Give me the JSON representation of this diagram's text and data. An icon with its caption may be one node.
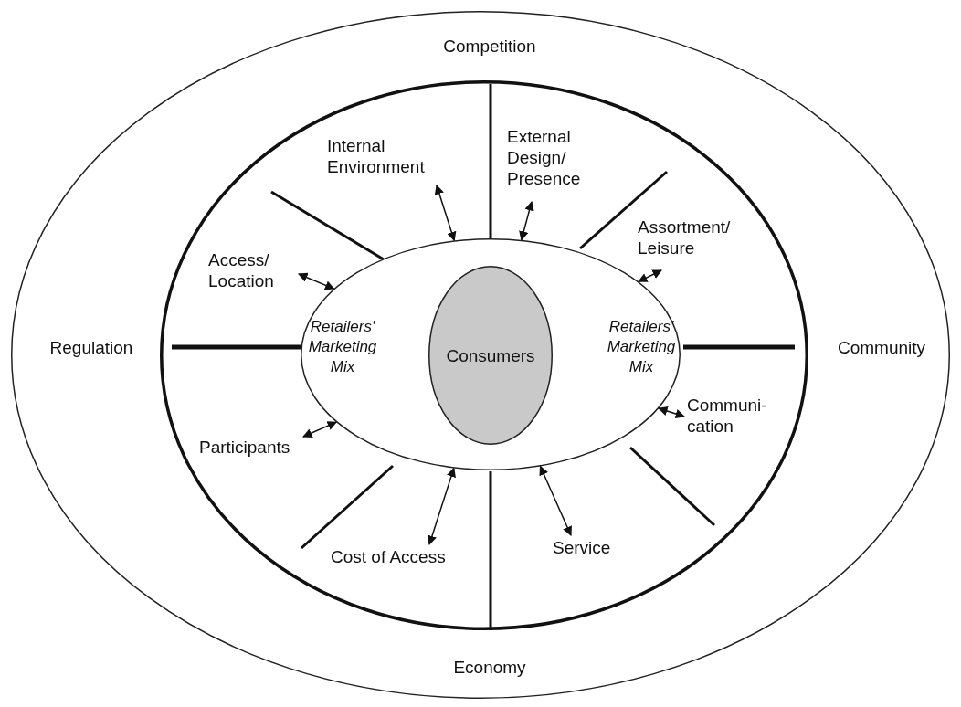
{
  "diagram": {
    "nodes": [
      {
        "text": [
          "Competition",
          "Regulation",
          "Community",
          "Economy"
        ]
      },
      {
        "text": [],
        "shape": "ellipse",
        "in": 0
      },
      {
        "text": [
          "Internal Environment"
        ],
        "in": 1
      },
      {
        "text": [
          "External Design/ Presence"
        ],
        "in": 1
      },
      {
        "text": [
          "Assortment/ Leisure"
        ],
        "in": 1
      },
      {
        "text": [
          "Communi- cation"
        ],
        "in": 1
      },
      {
        "text": [
          "Service"
        ],
        "in": 1
      },
      {
        "text": [
          "Cost of Access"
        ],
        "in": 1
      },
      {
        "text": [
          "Participants"
        ],
        "in": 1
      },
      {
        "text": [
          "Access/ Location"
        ],
        "in": 1
      },
      {
        "text": [
          "Retailers' Marketing Mix",
          "Retailers' Marketing Mix"
        ],
        "in": 1
      },
      {
        "text": [
          "Consumers"
        ],
        "in": 10
      }
    ],
    "edges": [
      {
        "from": 2,
        "to": 10,
        "arrow": "both"
      },
      {
        "from": 3,
        "to": 10,
        "arrow": "both"
      },
      {
        "from": 4,
        "to": 10,
        "arrow": "both"
      },
      {
        "from": 5,
        "to": 10,
        "arrow": "both"
      },
      {
        "from": 6,
        "to": 10,
        "arrow": "both"
      },
      {
        "from": 7,
        "to": 10,
        "arrow": "both"
      },
      {
        "from": 8,
        "to": 10,
        "arrow": "both"
      },
      {
        "from": 9,
        "to": 10,
        "arrow": "both"
      }
    ]
  }
}
